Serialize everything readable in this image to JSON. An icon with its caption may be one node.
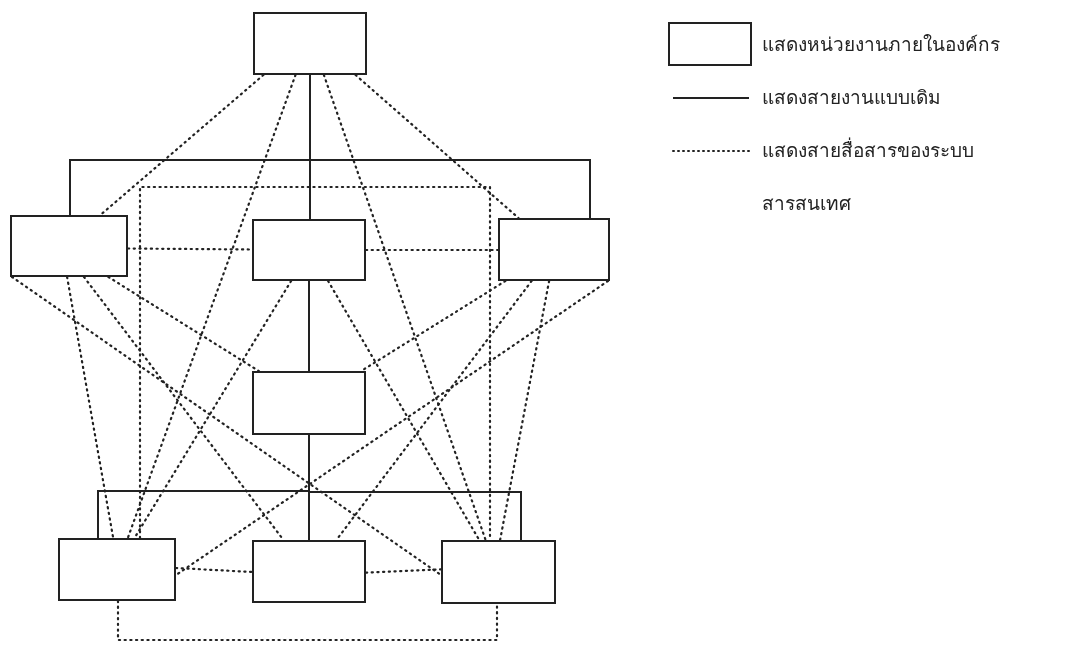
{
  "diagram": {
    "nodes": [
      {
        "text": [],
        "shape": "box"
      },
      {
        "text": [],
        "shape": "box"
      },
      {
        "text": [],
        "shape": "box"
      },
      {
        "text": [],
        "shape": "box"
      },
      {
        "text": [],
        "shape": "box"
      },
      {
        "text": [],
        "shape": "box"
      },
      {
        "text": [],
        "shape": "box"
      },
      {
        "text": [],
        "shape": "box"
      }
    ],
    "edges": [
      {
        "from": 0,
        "to": 1,
        "arrow": "none"
      },
      {
        "from": 0,
        "to": 2,
        "arrow": "none"
      },
      {
        "from": 0,
        "to": 3,
        "arrow": "none"
      },
      {
        "from": 2,
        "to": 4,
        "arrow": "none"
      },
      {
        "from": 4,
        "to": 5,
        "arrow": "none"
      },
      {
        "from": 4,
        "to": 6,
        "arrow": "none"
      },
      {
        "from": 4,
        "to": 7,
        "arrow": "none"
      },
      {
        "from": 0,
        "to": 1,
        "arrow": "none",
        "style": "dashed"
      },
      {
        "from": 0,
        "to": 3,
        "arrow": "none",
        "style": "dashed"
      },
      {
        "from": 0,
        "to": 5,
        "arrow": "none",
        "style": "dashed"
      },
      {
        "from": 0,
        "to": 7,
        "arrow": "none",
        "style": "dashed"
      },
      {
        "from": 1,
        "to": 2,
        "arrow": "none",
        "style": "dashed"
      },
      {
        "from": 2,
        "to": 3,
        "arrow": "none",
        "style": "dashed"
      },
      {
        "from": 5,
        "to": 7,
        "arrow": "none",
        "style": "dashed"
      },
      {
        "from": 1,
        "to": 5,
        "arrow": "none",
        "style": "dashed"
      },
      {
        "from": 1,
        "to": 4,
        "arrow": "none",
        "style": "dashed"
      },
      {
        "from": 1,
        "to": 6,
        "arrow": "none",
        "style": "dashed"
      },
      {
        "from": 1,
        "to": 7,
        "arrow": "none",
        "style": "dashed"
      },
      {
        "from": 3,
        "to": 4,
        "arrow": "none",
        "style": "dashed"
      },
      {
        "from": 3,
        "to": 5,
        "arrow": "none",
        "style": "dashed"
      },
      {
        "from": 3,
        "to": 6,
        "arrow": "none",
        "style": "dashed"
      },
      {
        "from": 3,
        "to": 7,
        "arrow": "none",
        "style": "dashed"
      },
      {
        "from": 2,
        "to": 5,
        "arrow": "none",
        "style": "dashed"
      },
      {
        "from": 2,
        "to": 7,
        "arrow": "none",
        "style": "dashed"
      },
      {
        "from": 5,
        "to": 6,
        "arrow": "none",
        "style": "dashed"
      },
      {
        "from": 6,
        "to": 7,
        "arrow": "none",
        "style": "dashed"
      },
      {
        "from": 5,
        "to": 7,
        "arrow": "none",
        "style": "dashed"
      }
    ],
    "legend": [
      {
        "text": "แสดงหน่วยงานภายในองค์กร"
      },
      {
        "text": "แสดงสายงานแบบเดิม"
      },
      {
        "text": "แสดงสายสื่อสารของระบบสารสนเทศ"
      }
    ]
  }
}
